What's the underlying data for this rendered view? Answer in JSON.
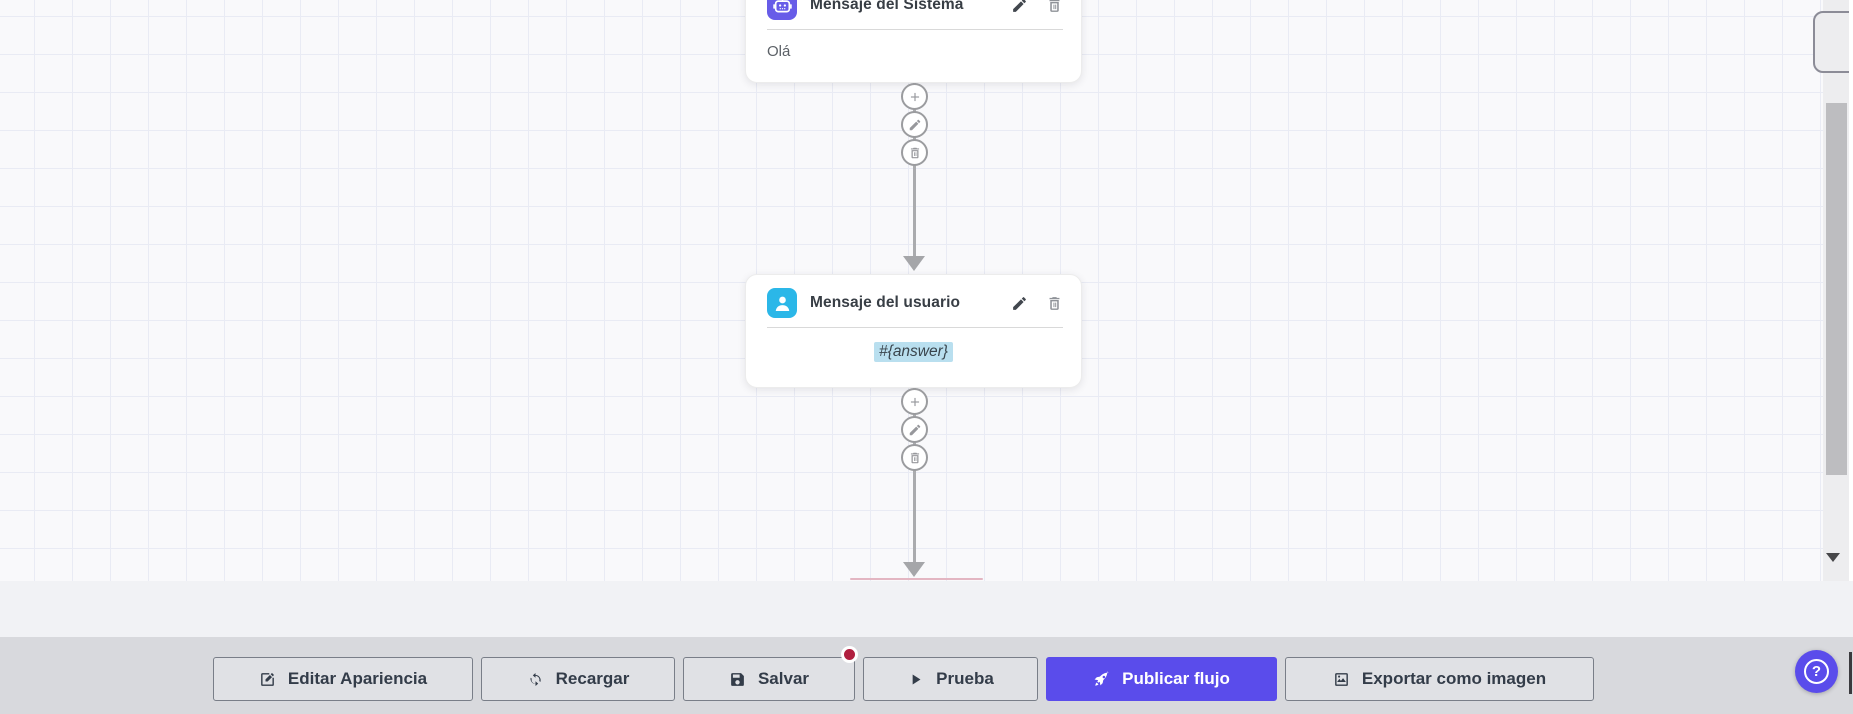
{
  "nodes": [
    {
      "title": "Mensaje del Sistema",
      "content": "Olá",
      "icon": "robot-icon",
      "accent": "#675ce8"
    },
    {
      "title": "Mensaje del usuario",
      "content": "#{answer}",
      "icon": "user-icon",
      "accent": "#2bb7e8",
      "content_highlight": "#b9dfef"
    }
  ],
  "node_actions": {
    "edit": "pencil-icon",
    "delete": "trash-icon"
  },
  "connector_actions": [
    {
      "icon": "plus-icon"
    },
    {
      "icon": "pencil-icon"
    },
    {
      "icon": "trash-icon"
    }
  ],
  "toolbar": {
    "buttons": [
      {
        "label": "Editar Apariencia",
        "icon": "edit-square-icon"
      },
      {
        "label": "Recargar",
        "icon": "refresh-icon"
      },
      {
        "label": "Salvar",
        "icon": "save-icon",
        "has_badge": true
      },
      {
        "label": "Prueba",
        "icon": "play-icon"
      },
      {
        "label": "Publicar flujo",
        "icon": "rocket-icon",
        "variant": "primary"
      },
      {
        "label": "Exportar como imagen",
        "icon": "image-icon"
      }
    ],
    "badge_color": "#b01f3f"
  },
  "help_button": {
    "label": "?",
    "icon": "question-icon",
    "color": "#5a4ceb"
  },
  "colors": {
    "primary": "#5a4ceb",
    "node_system": "#675ce8",
    "node_user": "#2bb7e8",
    "connector": "#aaabae"
  }
}
